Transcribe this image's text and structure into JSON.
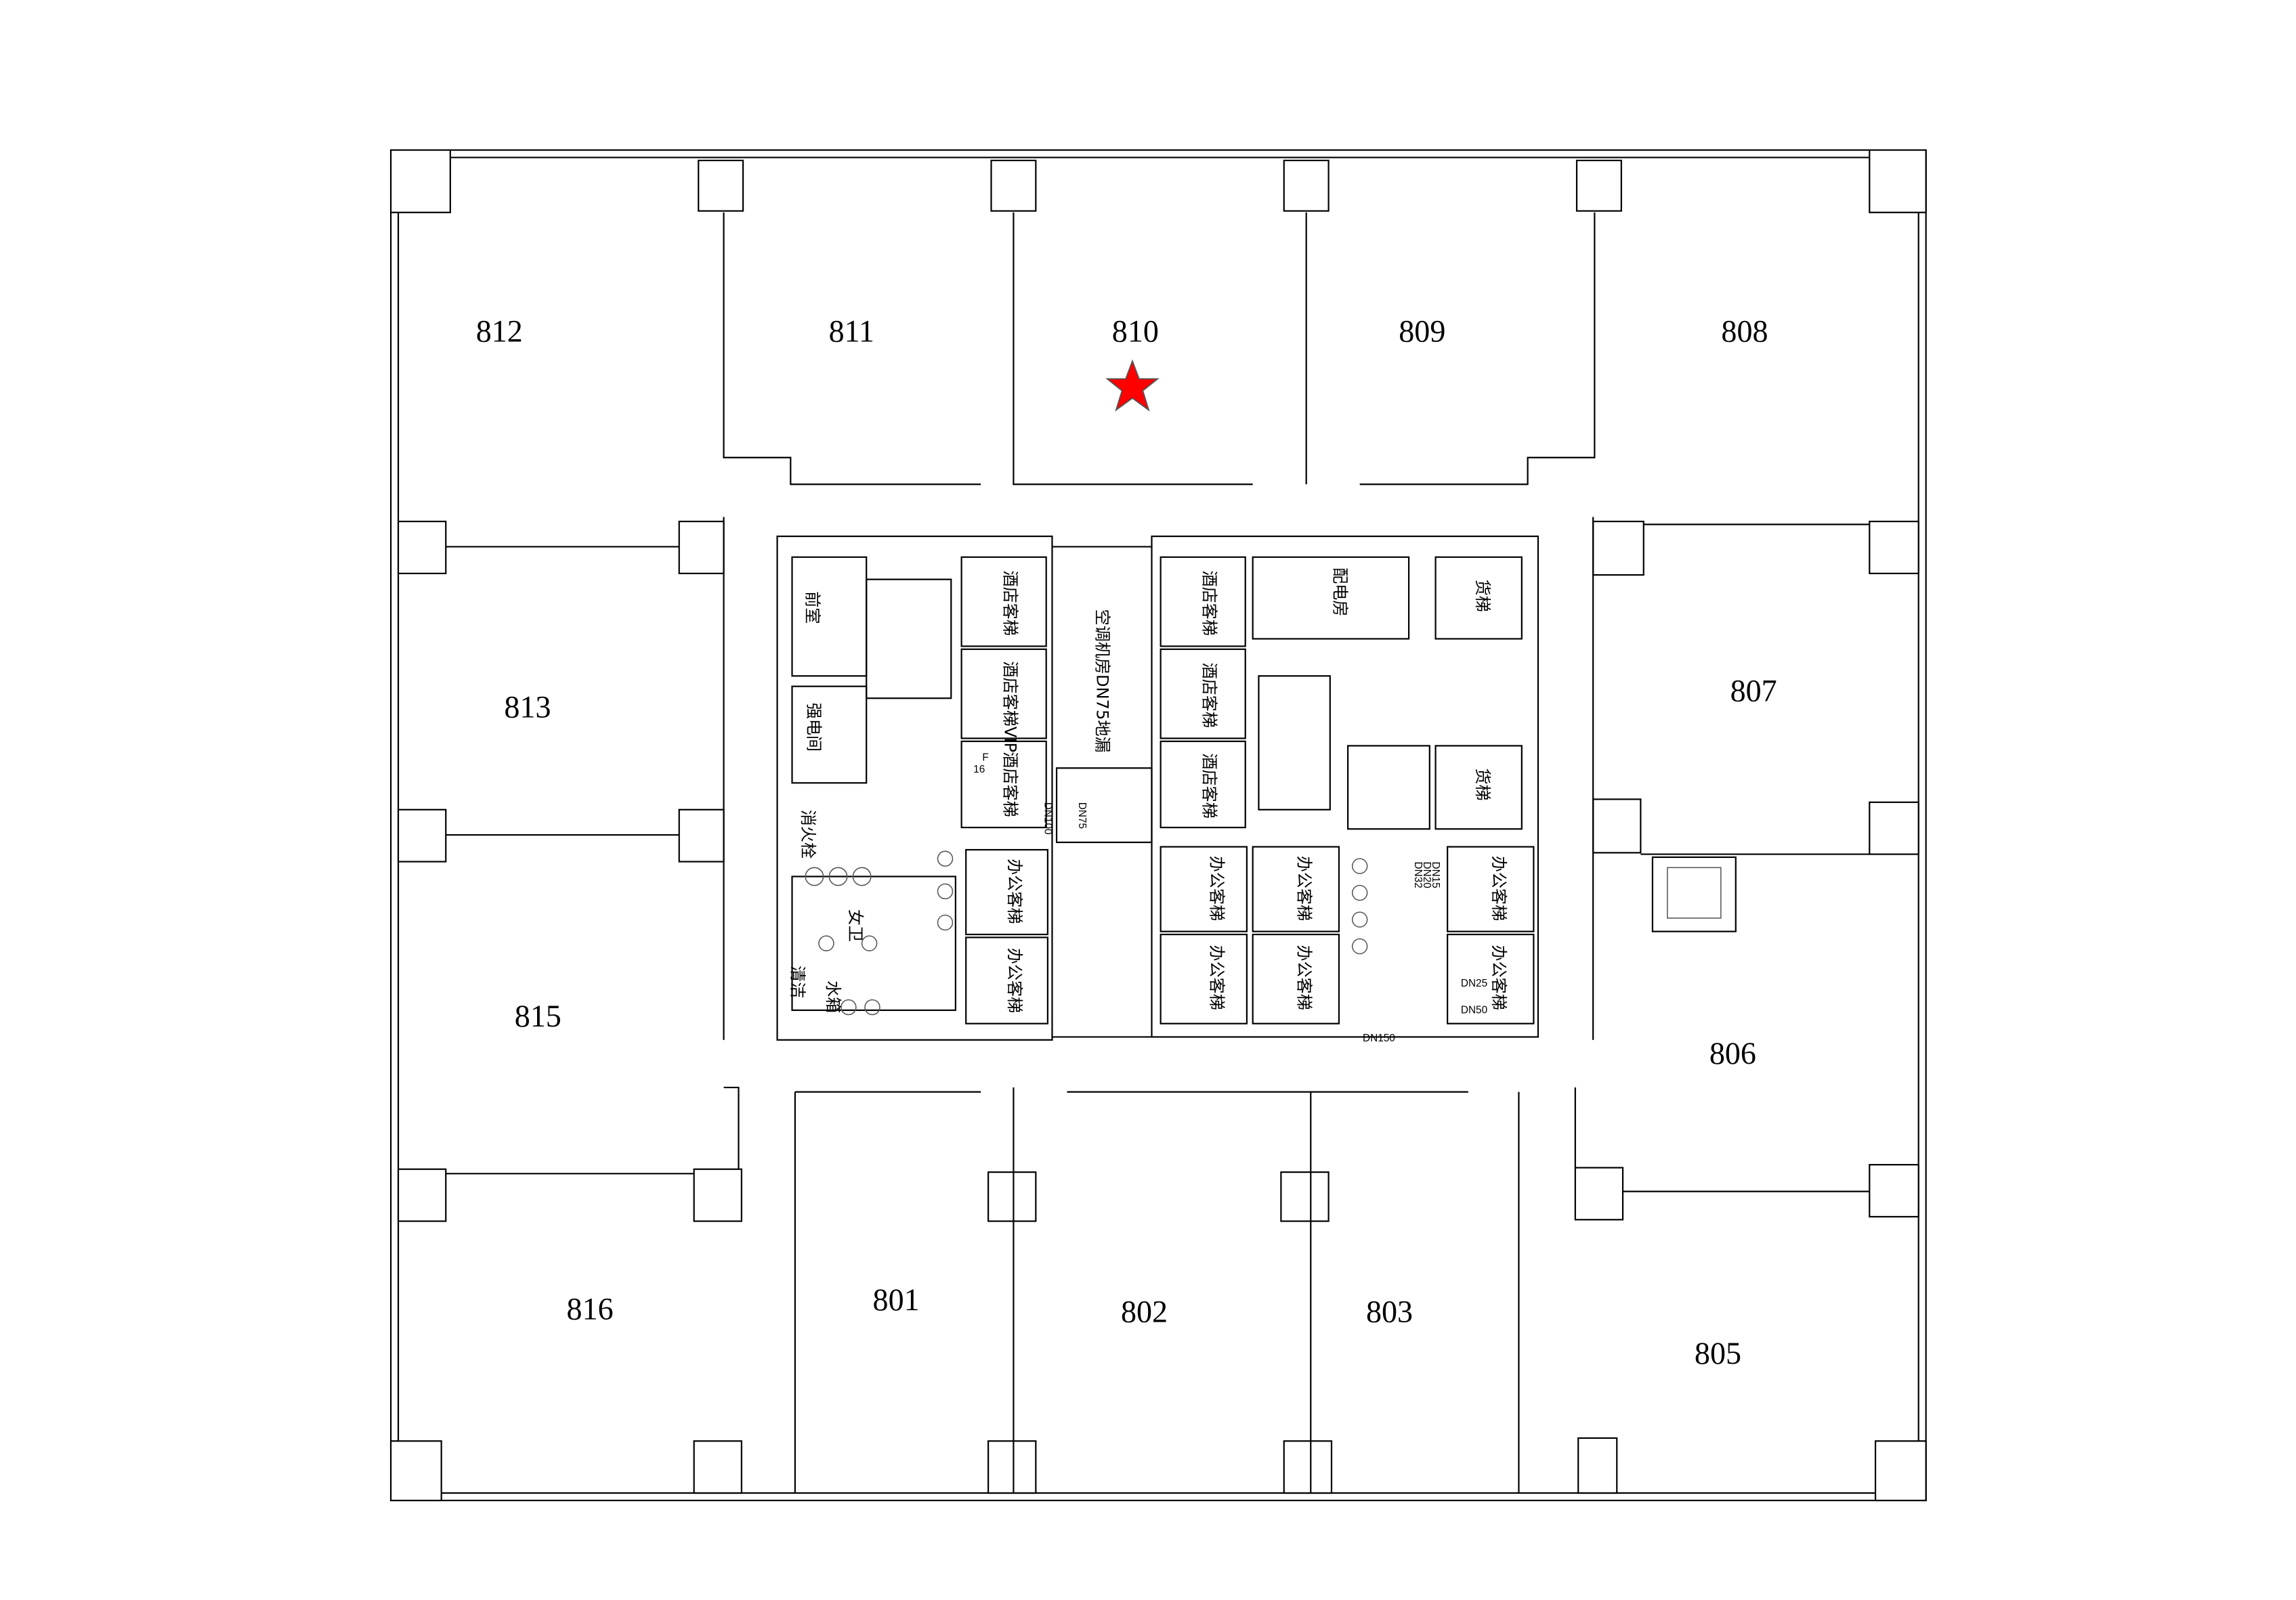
{
  "plan": {
    "rooms": [
      "812",
      "811",
      "810",
      "809",
      "808",
      "813",
      "807",
      "815",
      "806",
      "816",
      "801",
      "802",
      "803",
      "805"
    ],
    "marker": {
      "icon": "star-icon",
      "room": "810",
      "color": "#ff0000"
    },
    "core_labels": {
      "front_room": "前室",
      "electrical_room": "强电间",
      "hotel_lift": "酒店客梯",
      "hotel_lift_vip": "酒店客梯VIP",
      "office_lift": "办公客梯",
      "ac_room": "空调机房DN75地漏",
      "power_room": "配电房",
      "freight_lift": "货梯",
      "fire_hydrant": "消火栓",
      "female_wc": "女卫",
      "cleaning": "清洁",
      "water_tank": "水箱"
    },
    "pipes": [
      "DN100",
      "DN75",
      "DN150",
      "DN25",
      "DN50",
      "DN20",
      "DN32",
      "DN15"
    ],
    "floor_marks": [
      "F",
      "16"
    ]
  }
}
